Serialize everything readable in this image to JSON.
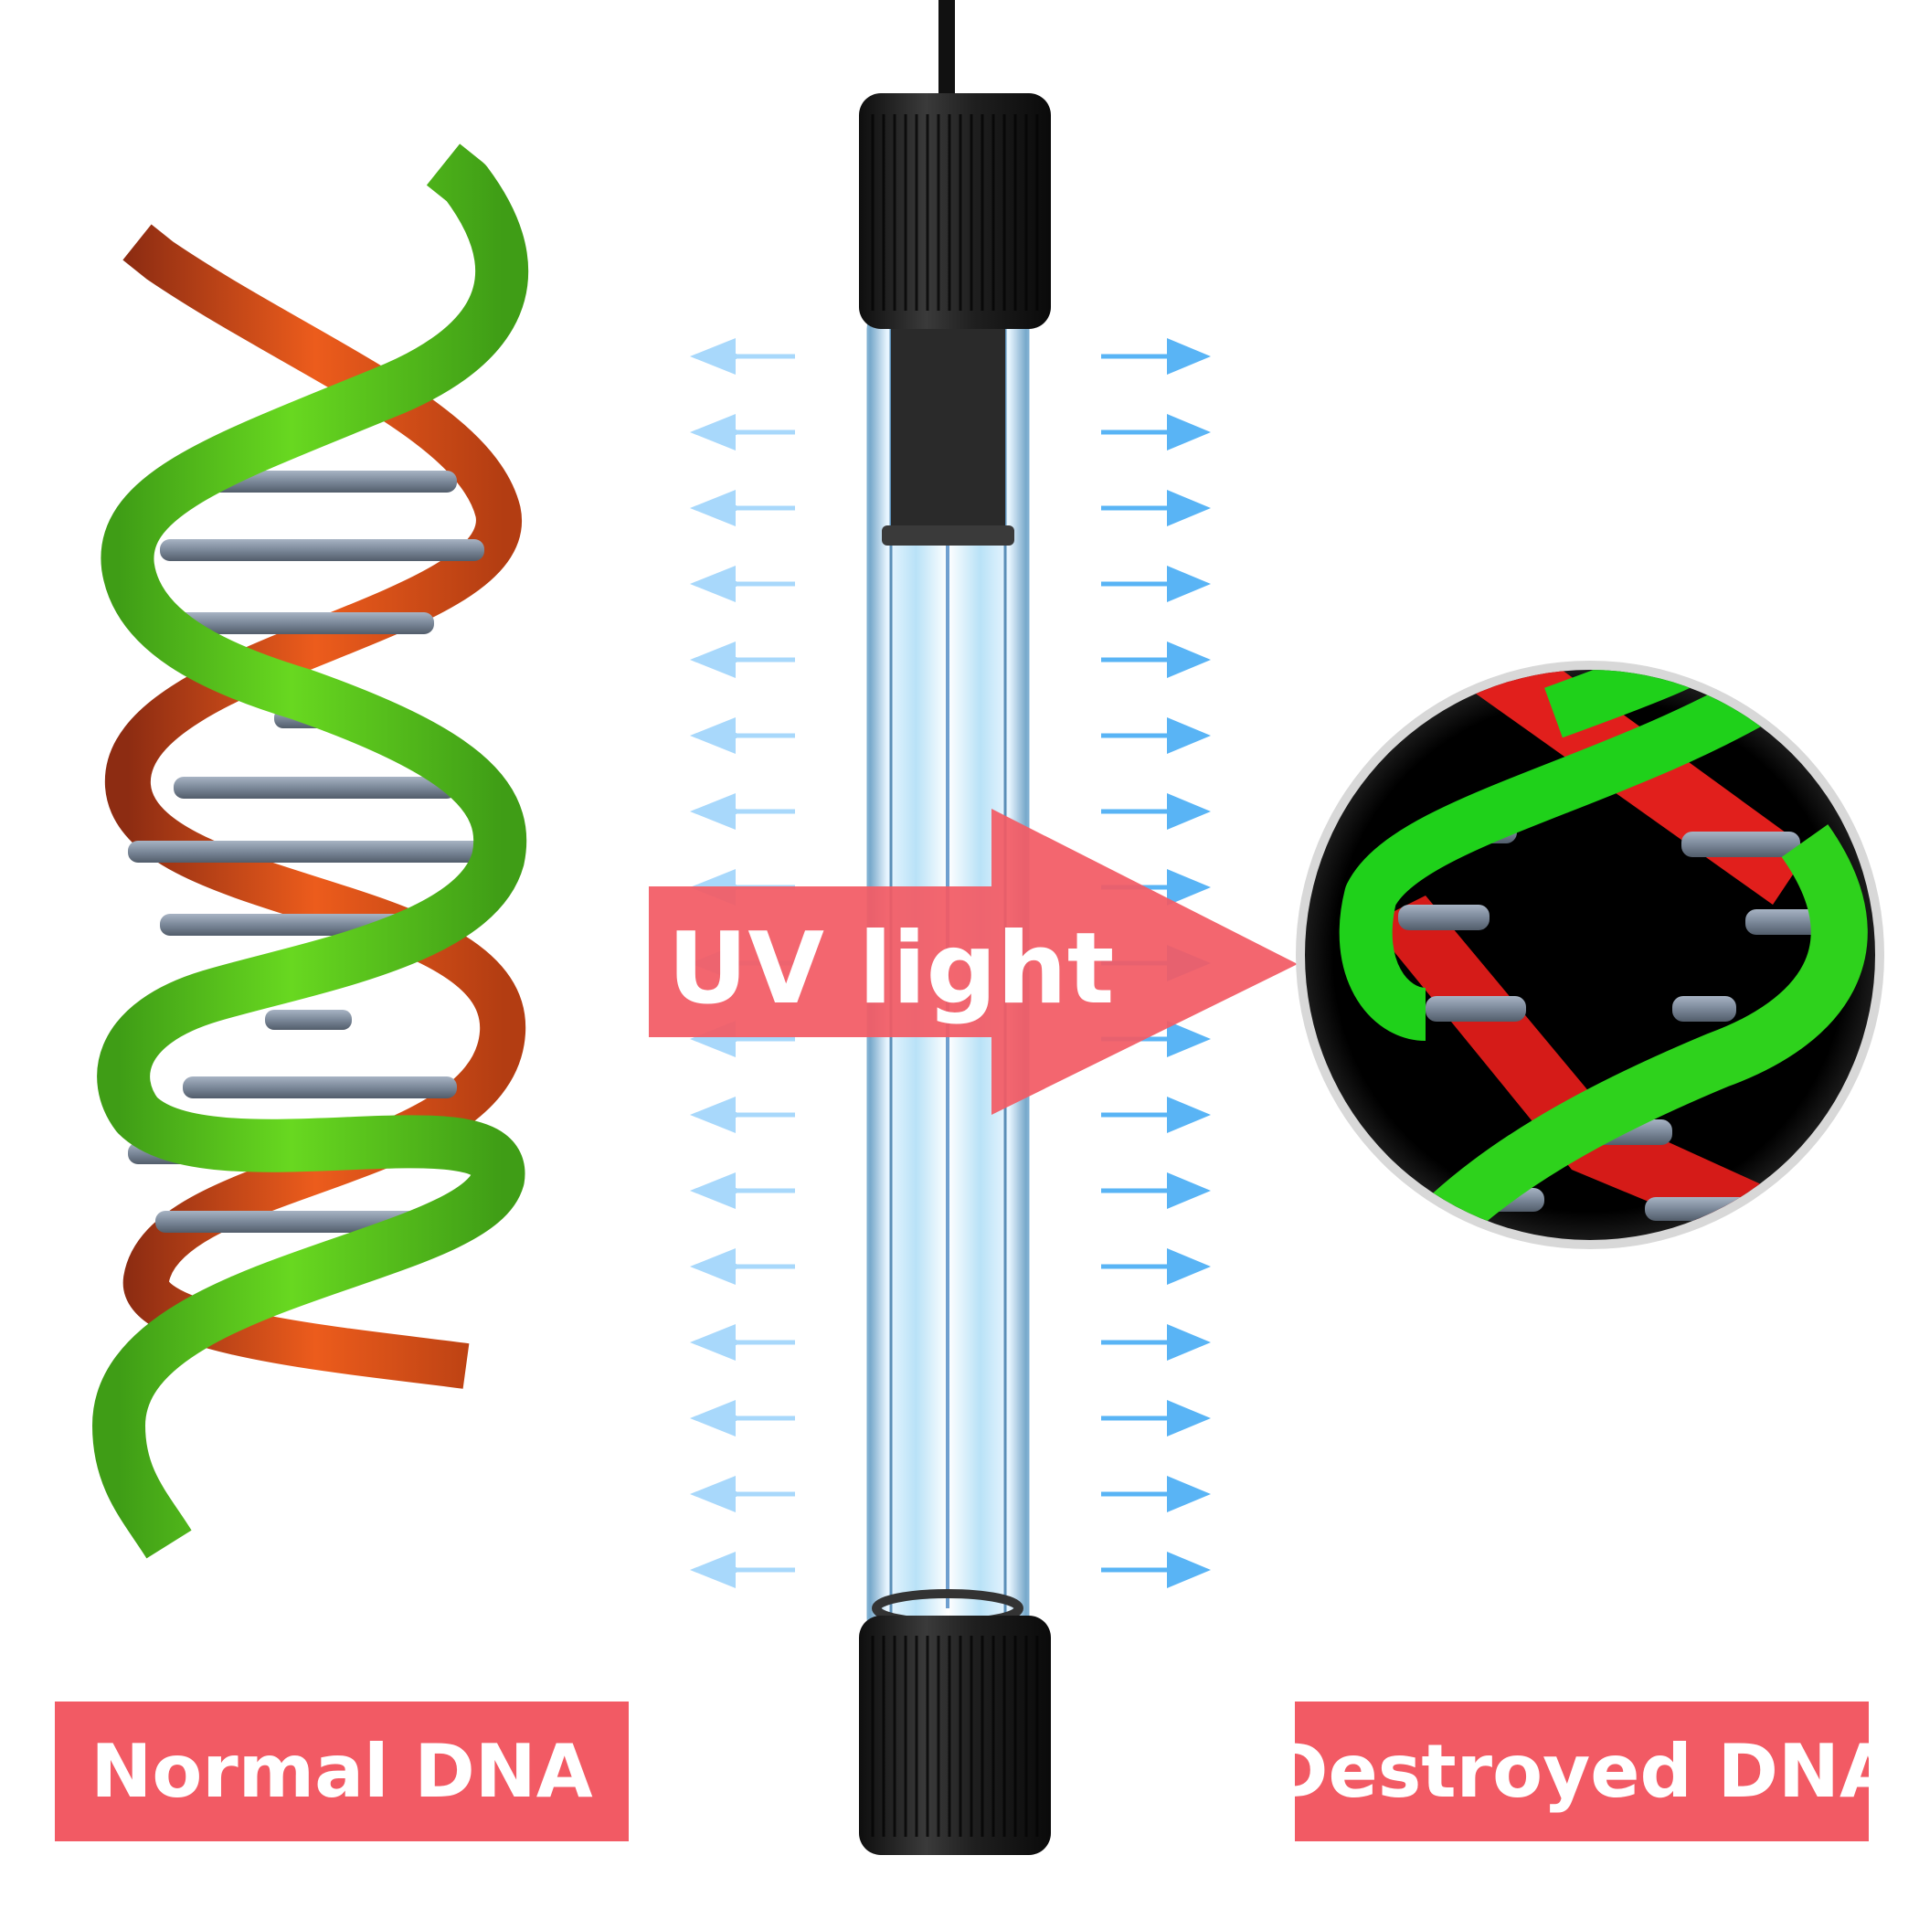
{
  "labels": {
    "normal_dna": "Normal DNA",
    "destroyed_dna": "Destroyed DNA",
    "uv_light": "UV light"
  },
  "colors": {
    "label_red": "#f25a64",
    "strand_green": "#5cd11e",
    "strand_orange": "#ea5a1c",
    "strand_red": "#e8201c",
    "rung_gray": "#7d8b9e",
    "ray_blue": "#59b4f5",
    "ray_blue_light": "#a8d8fb",
    "lamp_black": "#1c1c1c"
  },
  "icons": {
    "lamp": "uv-lamp-icon",
    "dna_normal": "dna-helix-icon",
    "dna_destroyed": "damaged-dna-icon",
    "arrow": "arrow-right-icon"
  }
}
